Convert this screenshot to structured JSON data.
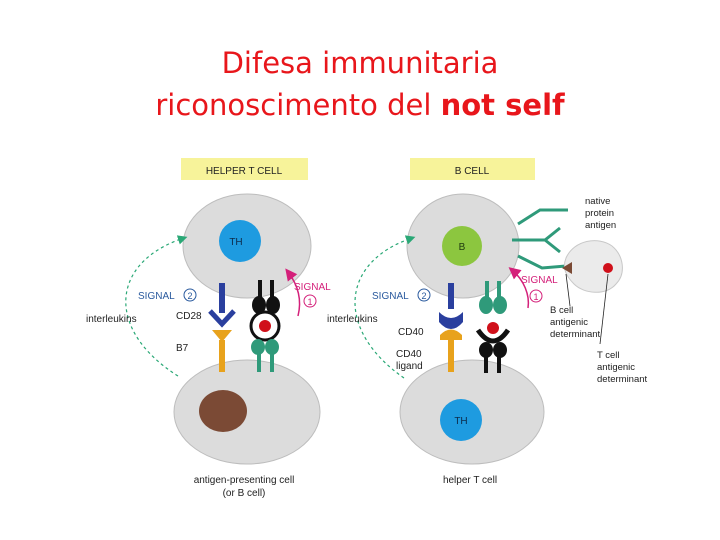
{
  "title": {
    "line1": "Difesa immunitaria",
    "line2_plain": "riconoscimento del ",
    "line2_bold": "not self"
  },
  "left_panel": {
    "header": "HELPER T CELL",
    "cell_top_label": "TH",
    "signal1": "SIGNAL",
    "signal1_num": "1",
    "signal2": "SIGNAL",
    "signal2_num": "2",
    "interleukins": "interleukins",
    "cd28": "CD28",
    "b7": "B7",
    "bottom_caption_1": "antigen-presenting cell",
    "bottom_caption_2": "(or B cell)"
  },
  "right_panel": {
    "header": "B CELL",
    "cell_top_label": "B",
    "cell_bottom_label": "TH",
    "signal1": "SIGNAL",
    "signal1_num": "1",
    "signal2": "SIGNAL",
    "signal2_num": "2",
    "interleukins": "interleukins",
    "cd40": "CD40",
    "cd40_ligand_1": "CD40",
    "cd40_ligand_2": "ligand",
    "native_1": "native",
    "native_2": "protein",
    "native_3": "antigen",
    "bcell_det_1": "B cell",
    "bcell_det_2": "antigenic",
    "bcell_det_3": "determinant",
    "tcell_det_1": "T cell",
    "tcell_det_2": "antigenic",
    "tcell_det_3": "determinant",
    "bottom_caption": "helper T cell"
  },
  "colors": {
    "title": "#e8161b",
    "header_bg": "#f7f39a",
    "cell_fill": "#dcdcdc",
    "th_blue": "#1e9be0",
    "b_green": "#8cc63f",
    "nucleus_brown": "#7b4a35",
    "arrow_green": "#2aa876",
    "signal_magenta": "#d4207a",
    "receptor_blue": "#2a3f9e",
    "ligand_orange": "#e8a21c",
    "teal": "#2f9a7a"
  }
}
